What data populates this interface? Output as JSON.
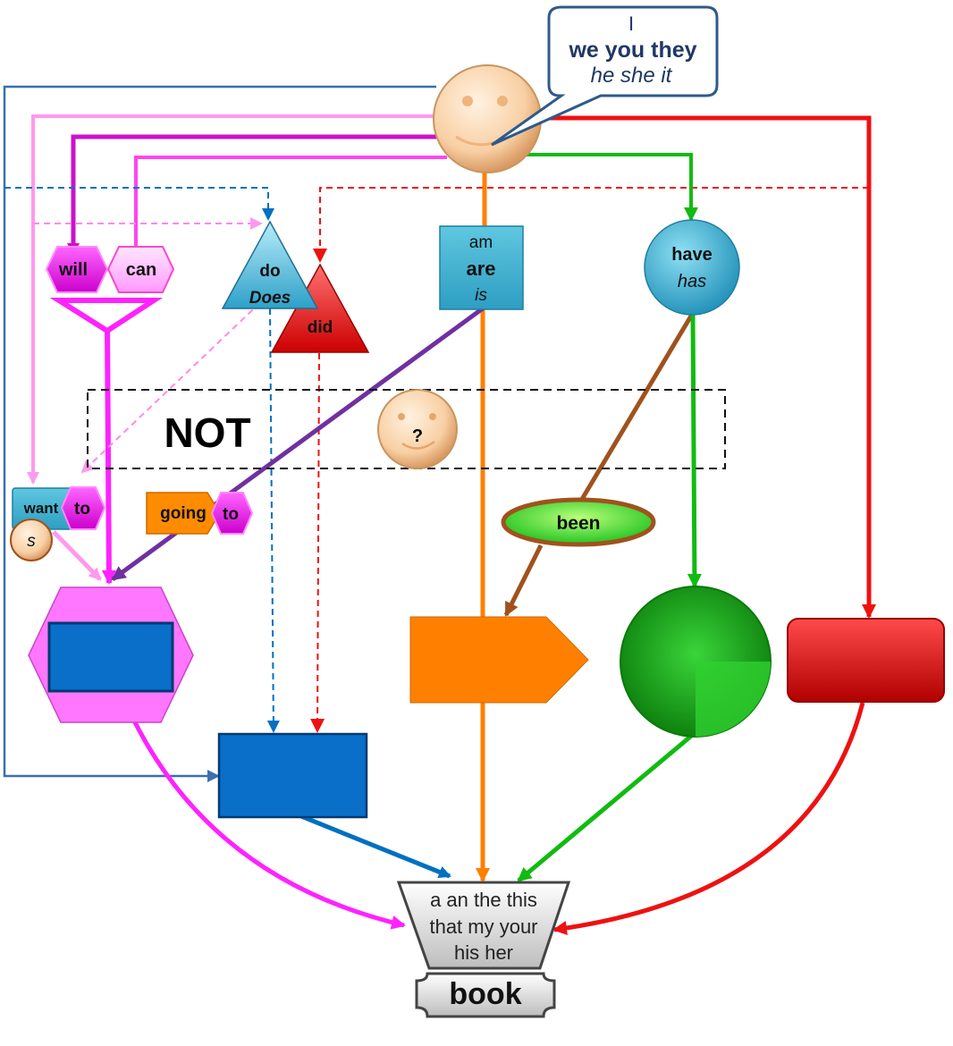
{
  "pronouns": {
    "first": "I",
    "plural": "we you they",
    "third": "he she it"
  },
  "modals": {
    "will": "will",
    "can": "can"
  },
  "aux_do": {
    "do": "do",
    "does": "Does",
    "did": "did"
  },
  "be_forms": {
    "am": "am",
    "are": "are",
    "is": "is"
  },
  "have_forms": {
    "have": "have",
    "has": "has"
  },
  "not_label": "NOT",
  "question_mark": "?",
  "want_to": {
    "want": "want",
    "to": "to",
    "s": "s"
  },
  "going_to": {
    "going": "going",
    "to": "to"
  },
  "been": "been",
  "determiners": {
    "line1": "a an the this",
    "line2": "that my your",
    "line3": "his her"
  },
  "noun": "book",
  "colors": {
    "magenta": "#ff22ff",
    "pink": "#ff99ee",
    "purple": "#cc11cc",
    "blue": "#3a6fb0",
    "red": "#ee1111",
    "green": "#11bb11",
    "orange": "#ff7f00",
    "brown": "#a0521d",
    "violet": "#7030a0"
  }
}
